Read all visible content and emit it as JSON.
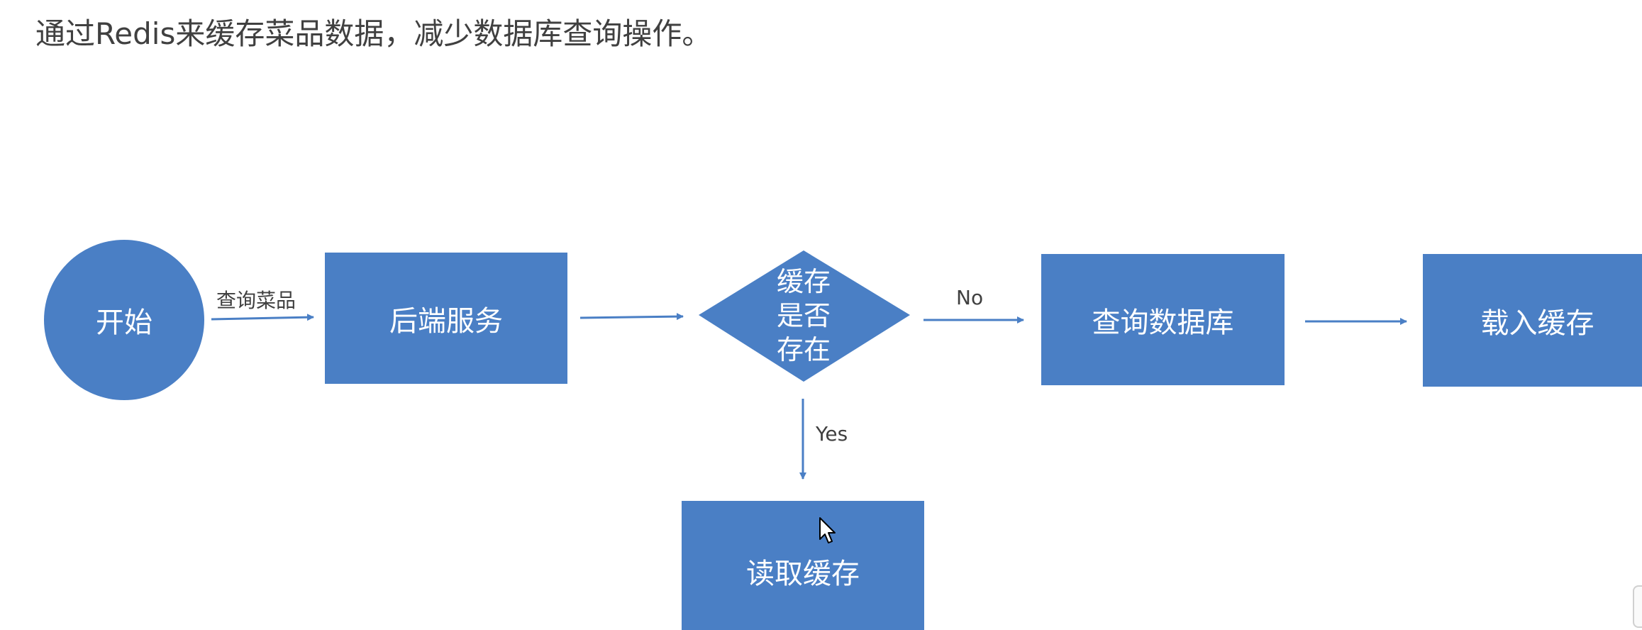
{
  "caption": "通过Redis来缓存菜品数据，减少数据库查询操作。",
  "nodes": {
    "start": "开始",
    "backend": "后端服务",
    "decision": "缓存\n是否\n存在",
    "query_db": "查询数据库",
    "load_cache": "载入缓存",
    "read_cache": "读取缓存"
  },
  "edges": {
    "query_dishes": "查询菜品",
    "no": "No",
    "yes": "Yes"
  },
  "colors": {
    "node_fill": "#4a7fc5",
    "arrow": "#4a7fc5",
    "text": "#404040"
  },
  "icons": {
    "cursor": "mouse-pointer-icon"
  }
}
